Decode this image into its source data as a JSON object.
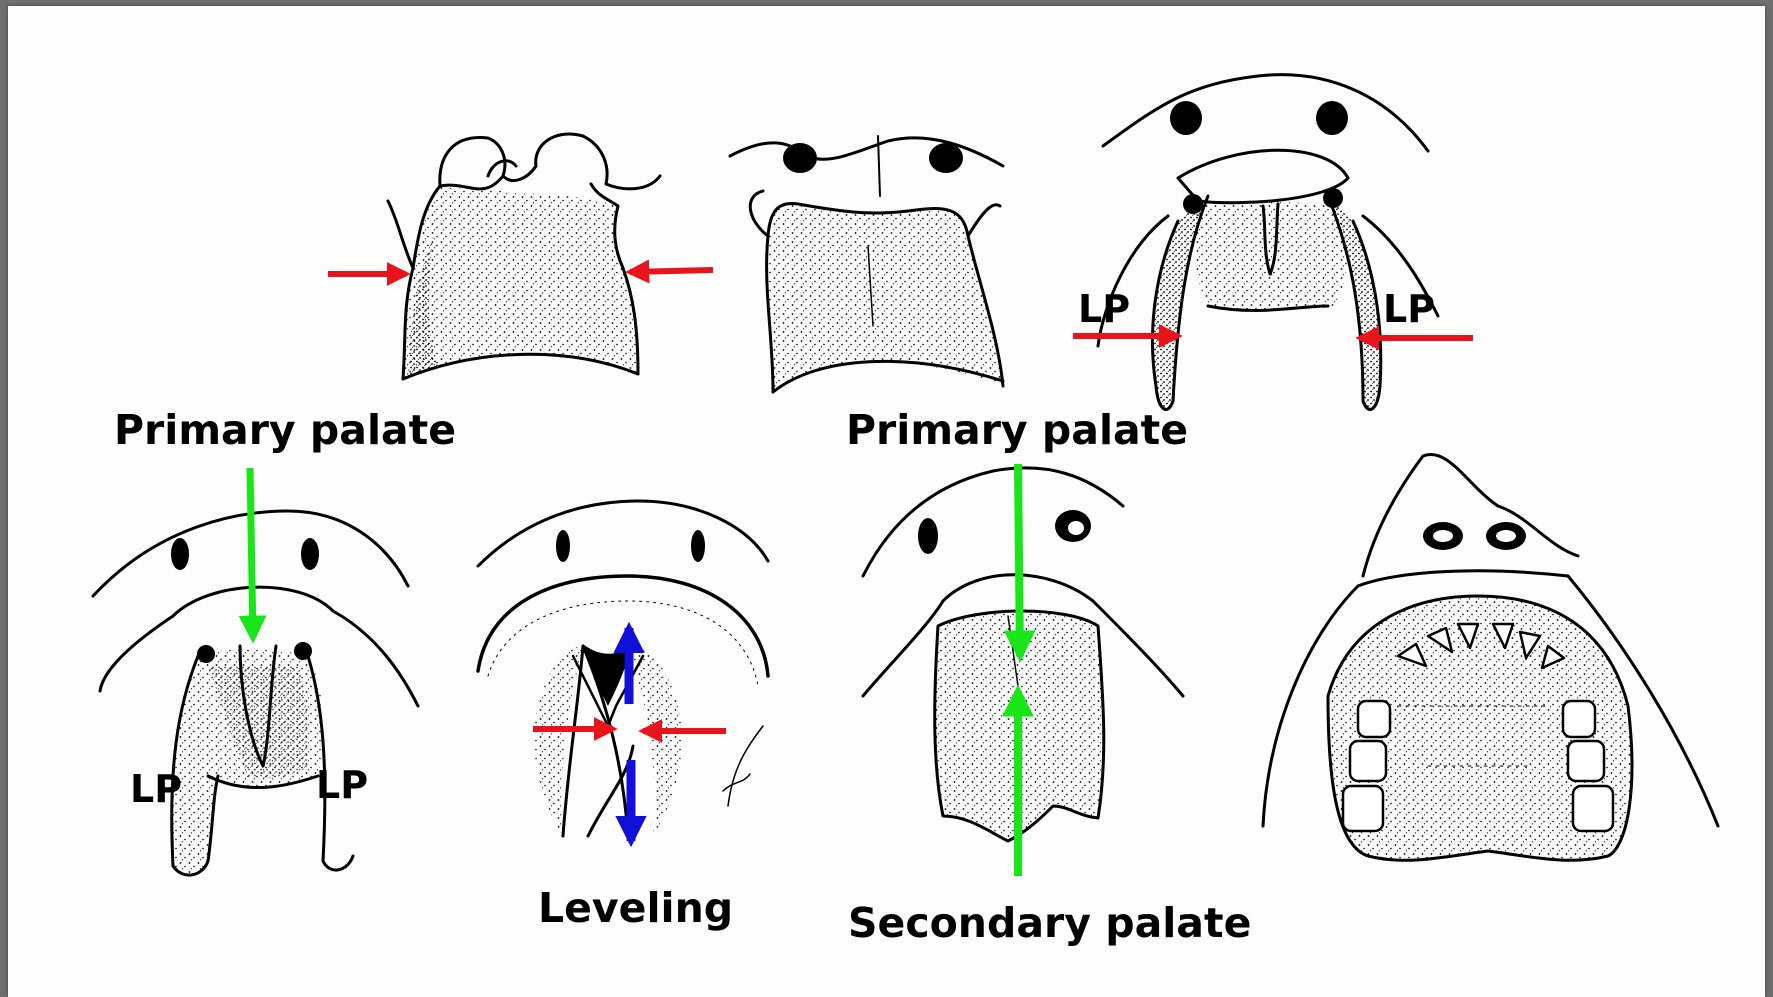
{
  "labels": {
    "primary_palate_left": "Primary palate",
    "primary_palate_right": "Primary palate",
    "leveling": "Leveling",
    "secondary_palate": "Secondary palate",
    "lp": "LP"
  },
  "colors": {
    "red_arrow": "#e8141b",
    "green_arrow": "#19e619",
    "blue_arrow": "#1010d8",
    "ink": "#000000",
    "background": "#fdfdfd"
  },
  "panels": [
    "cleft-palate-stage-1",
    "cleft-palate-stage-2",
    "cleft-palate-stage-3",
    "cleft-palate-stage-4",
    "cleft-palate-stage-5",
    "cleft-palate-stage-6",
    "cleft-palate-stage-7-repaired"
  ]
}
